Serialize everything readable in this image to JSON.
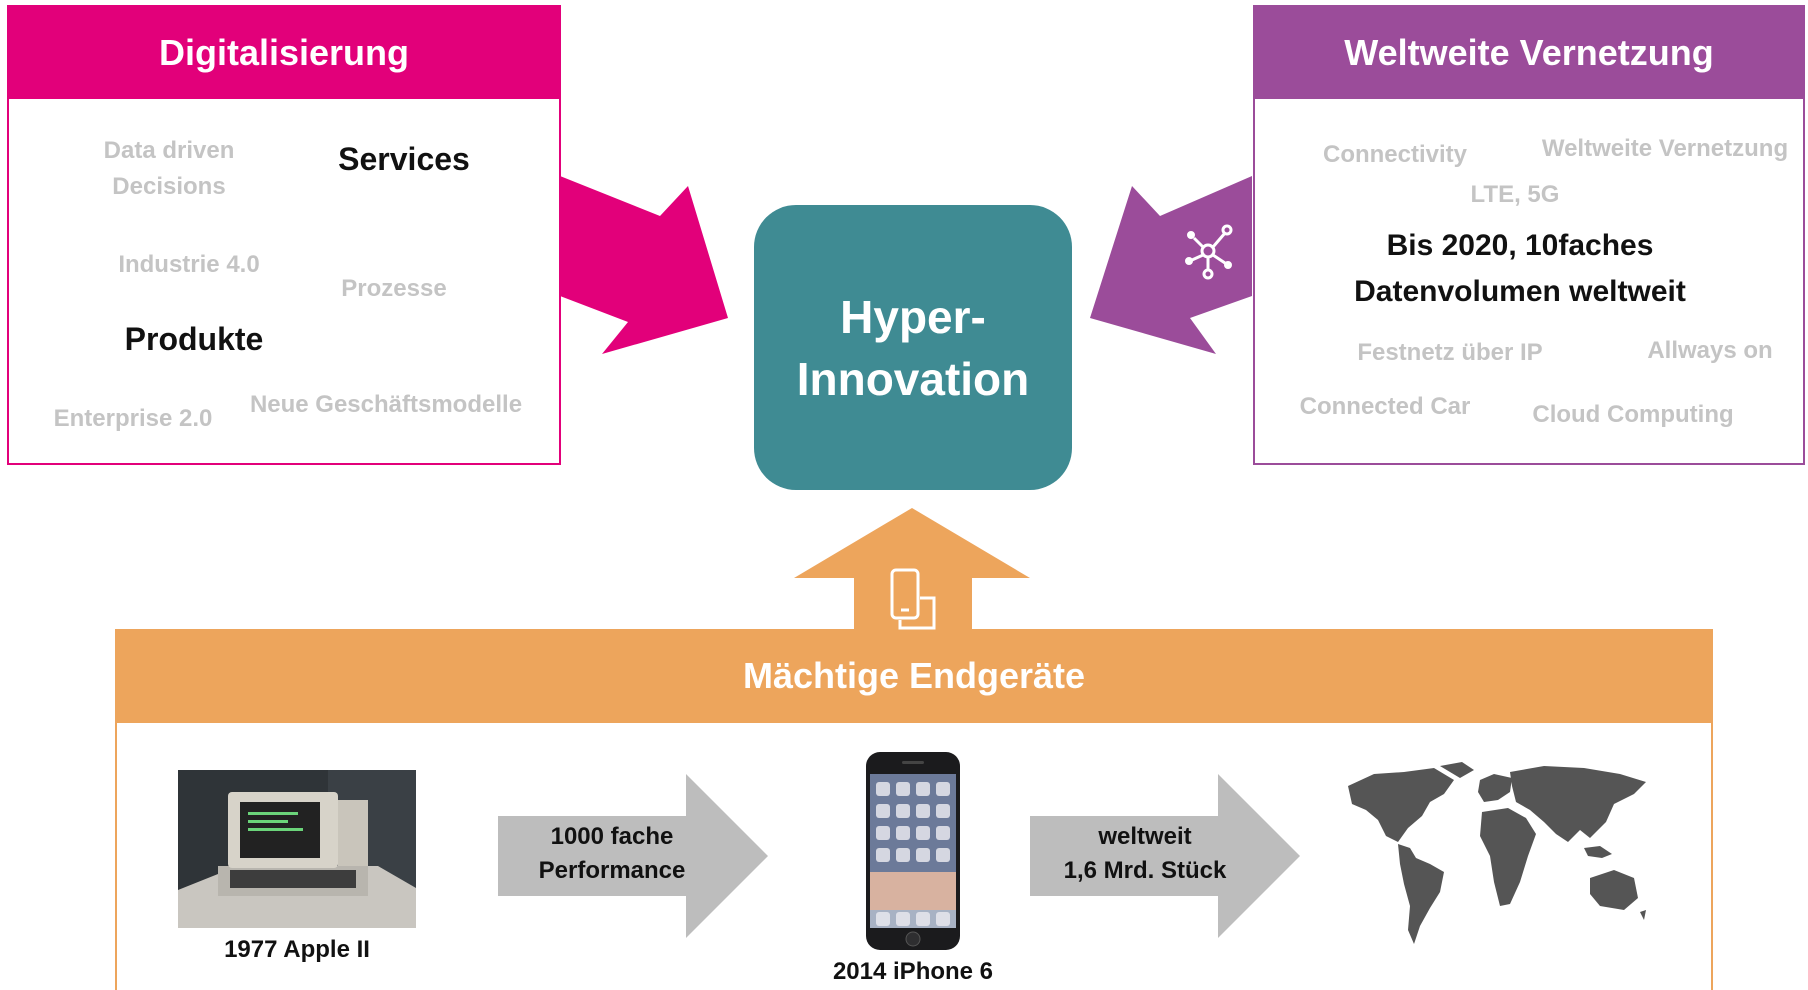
{
  "digital": {
    "title": "Digitalisierung",
    "color": "#e2007a",
    "items": [
      "Data driven\nDecisions",
      "Services",
      "Industrie 4.0",
      "Prozesse",
      "Produkte",
      "Enterprise 2.0",
      "Neue Geschäftsmodelle"
    ]
  },
  "network": {
    "title": "Weltweite Vernetzung",
    "color": "#9b4c9a",
    "items": [
      "Connectivity",
      "Weltweite Vernetzung",
      "LTE, 5G",
      "Bis 2020, 10faches\nDatenvolumen weltweit",
      "Festnetz über IP",
      "Allways on",
      "Connected Car",
      "Cloud Computing"
    ],
    "icon": "network-hub-icon"
  },
  "center": {
    "line1": "Hyper-",
    "line2": "Innovation",
    "color": "#3f8b93"
  },
  "devices": {
    "title": "Mächtige Endgeräte",
    "color": "#eda55c",
    "icon": "phone-tablet-icon",
    "apple_caption": "1977 Apple II",
    "arrow1_line1": "1000 fache",
    "arrow1_line2": "Performance",
    "iphone_caption": "2014 iPhone 6",
    "arrow2_line1": "weltweit",
    "arrow2_line2": "1,6 Mrd. Stück"
  }
}
